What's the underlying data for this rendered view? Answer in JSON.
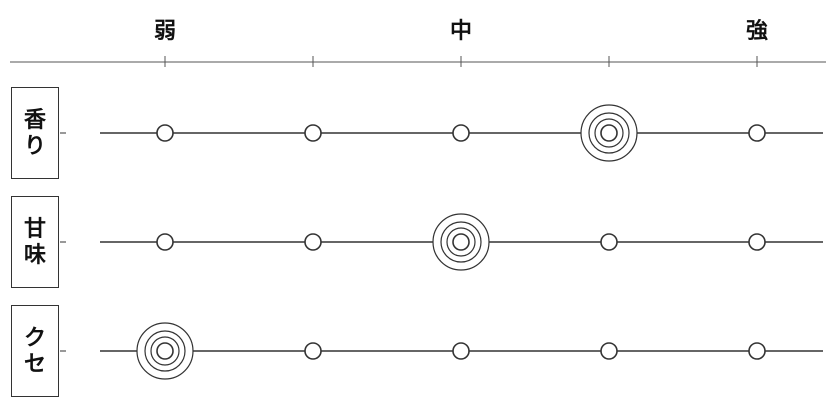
{
  "scale": {
    "labels": [
      {
        "text": "弱",
        "step": 1
      },
      {
        "text": "中",
        "step": 3
      },
      {
        "text": "強",
        "step": 5
      }
    ],
    "steps": 5
  },
  "rows": [
    {
      "label": "香り",
      "level": 4
    },
    {
      "label": "甘味",
      "level": 3
    },
    {
      "label": "クセ",
      "level": 1
    }
  ],
  "colors": {
    "line": "#333333",
    "marker_fill": "#ffffff",
    "text": "#111111"
  }
}
